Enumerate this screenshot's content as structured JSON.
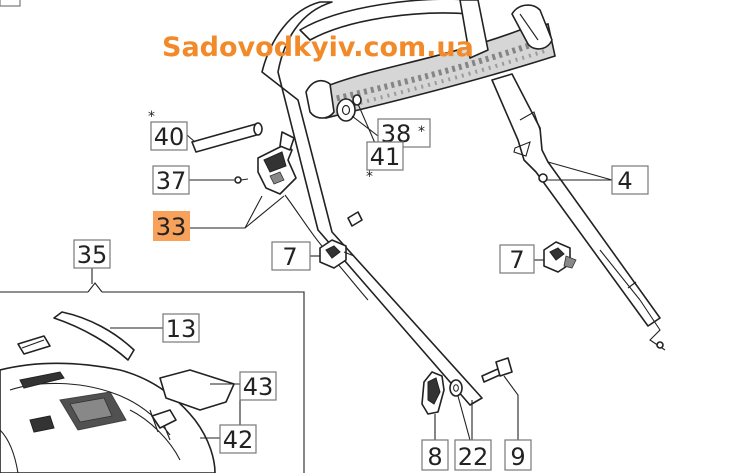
{
  "watermark": "Sadovodkyiv.com.ua",
  "callouts": {
    "p40": "40",
    "p37": "37",
    "p33": "33",
    "p35": "35",
    "p13": "13",
    "p43": "43",
    "p42": "42",
    "p38": "38",
    "p41": "41",
    "p4": "4",
    "p7a": "7",
    "p7b": "7",
    "p8": "8",
    "p22": "22",
    "p9": "9"
  },
  "markers": {
    "star_40": "*",
    "star_38": "*",
    "star_41": "*"
  },
  "colors": {
    "highlight": "#f7a15a",
    "watermark": "#f28a2a"
  }
}
